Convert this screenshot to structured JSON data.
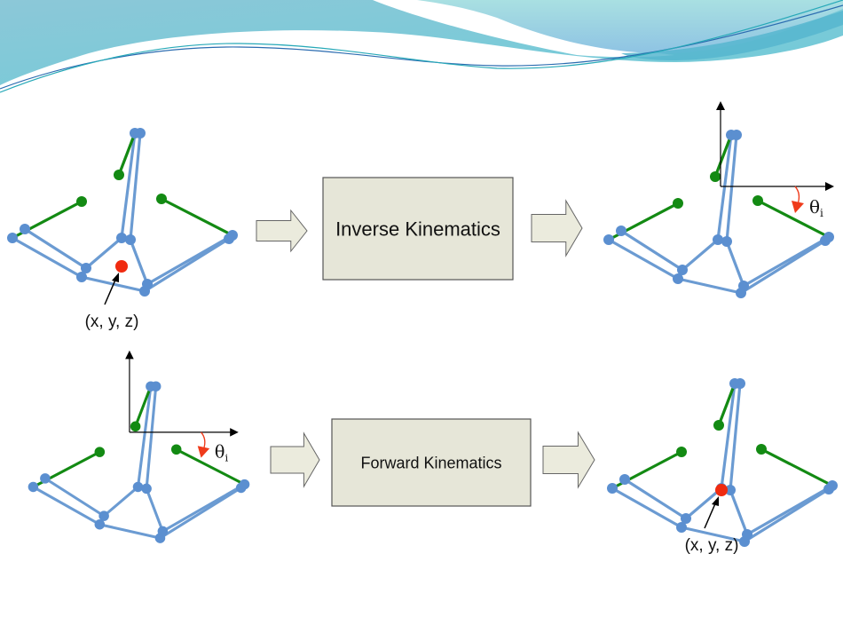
{
  "slide": {
    "background": "#ffffff",
    "header_decoration": "wave-banner",
    "colors": {
      "wave_light": "#a9dfe3",
      "wave_mid": "#7ec8d6",
      "wave_dark": "#4fb3cc",
      "wave_line_blue": "#2b6cb0",
      "wave_line_teal": "#27a9b8",
      "robot_link": "#6b9bd2",
      "robot_joint": "#5b8fd0",
      "leg_green": "#138a13",
      "target_red": "#f02b10",
      "angle_red": "#ef3b1b",
      "box_fill": "#e6e6d8",
      "box_stroke": "#555555",
      "arrow_fill": "#ebebdd",
      "axis": "#000000"
    }
  },
  "rows": [
    {
      "name": "inverse",
      "input": {
        "type": "target-position",
        "label": "(x, y, z)"
      },
      "process": {
        "label": "Inverse Kinematics"
      },
      "output": {
        "type": "joint-angle",
        "label": "θ",
        "subscript": "i"
      }
    },
    {
      "name": "forward",
      "input": {
        "type": "joint-angle",
        "label": "θ",
        "subscript": "i"
      },
      "process": {
        "label": "Forward Kinematics"
      },
      "output": {
        "type": "target-position",
        "label": "(x, y, z)"
      }
    }
  ]
}
